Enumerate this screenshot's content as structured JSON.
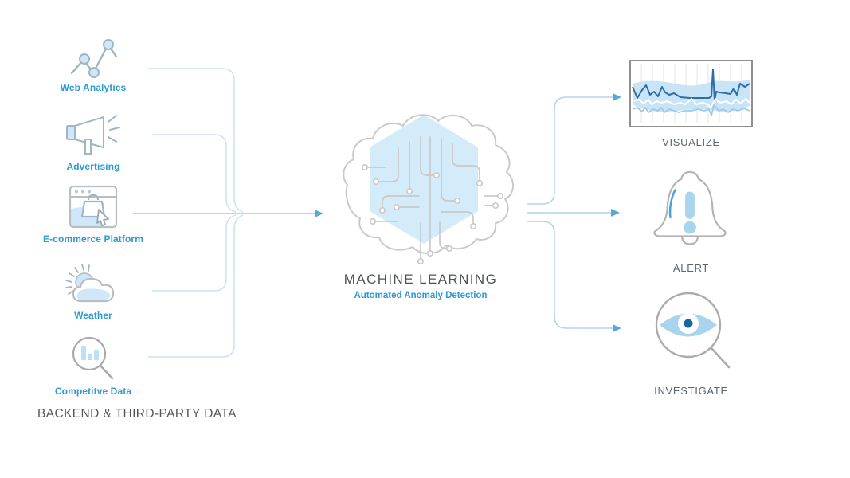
{
  "colors": {
    "accent_blue": "#2d9ad1",
    "branch_line_blue": "#c8e2f4",
    "main_line_blue": "#9ccae9",
    "arrow_blue": "#57a7d9",
    "icon_stroke": "#9fb6c4",
    "icon_fill": "#cfe7f8",
    "gray_text": "#54565a",
    "output_text": "#5a6570",
    "brain_gray": "#c9c9c9",
    "hex_fill": "#cde7f8"
  },
  "sources": {
    "section_label": "BACKEND & THIRD-PARTY DATA",
    "items": [
      {
        "label": "Web Analytics",
        "icon": "line-chart-icon"
      },
      {
        "label": "Advertising",
        "icon": "megaphone-icon"
      },
      {
        "label": "E-commerce Platform",
        "icon": "browser-cart-icon"
      },
      {
        "label": "Weather",
        "icon": "sun-cloud-icon"
      },
      {
        "label": "Competitve Data",
        "icon": "magnifier-bars-icon"
      }
    ]
  },
  "processor": {
    "title": "MACHINE LEARNING",
    "subtitle": "Automated Anomaly Detection"
  },
  "outputs": {
    "items": [
      {
        "label": "VISUALIZE",
        "icon": "timeseries-chart-icon"
      },
      {
        "label": "ALERT",
        "icon": "alert-bell-icon"
      },
      {
        "label": "INVESTIGATE",
        "icon": "eye-magnifier-icon"
      }
    ]
  }
}
